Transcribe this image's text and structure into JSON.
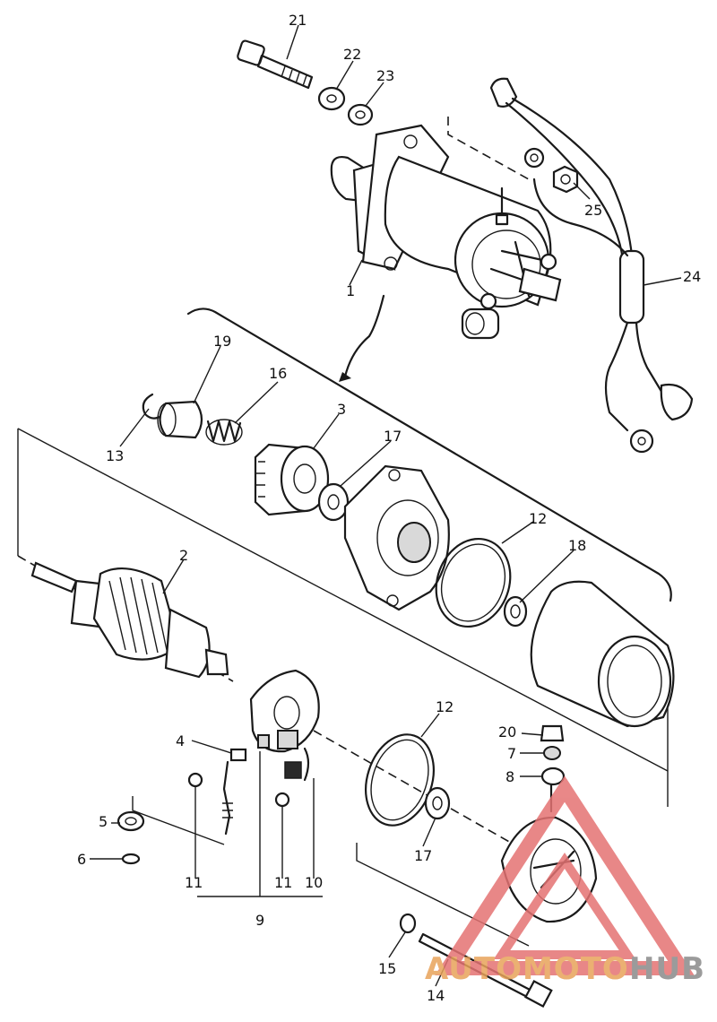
{
  "diagram": {
    "callouts": {
      "c1": "1",
      "c2": "2",
      "c3": "3",
      "c4": "4",
      "c5": "5",
      "c6": "6",
      "c7": "7",
      "c8": "8",
      "c9": "9",
      "c10": "10",
      "c11a": "11",
      "c11b": "11",
      "c12a": "12",
      "c12b": "12",
      "c13": "13",
      "c14": "14",
      "c15": "15",
      "c16": "16",
      "c17a": "17",
      "c17b": "17",
      "c18": "18",
      "c19": "19",
      "c20": "20",
      "c21": "21",
      "c22": "22",
      "c23": "23",
      "c24": "24",
      "c25": "25"
    }
  },
  "watermark": {
    "brand_part1": "AUTOMOTO",
    "brand_part2": "HUB",
    "color_primary": "#e8a35a",
    "color_secondary": "#8a8a8a",
    "triangle_color": "#e57373"
  }
}
